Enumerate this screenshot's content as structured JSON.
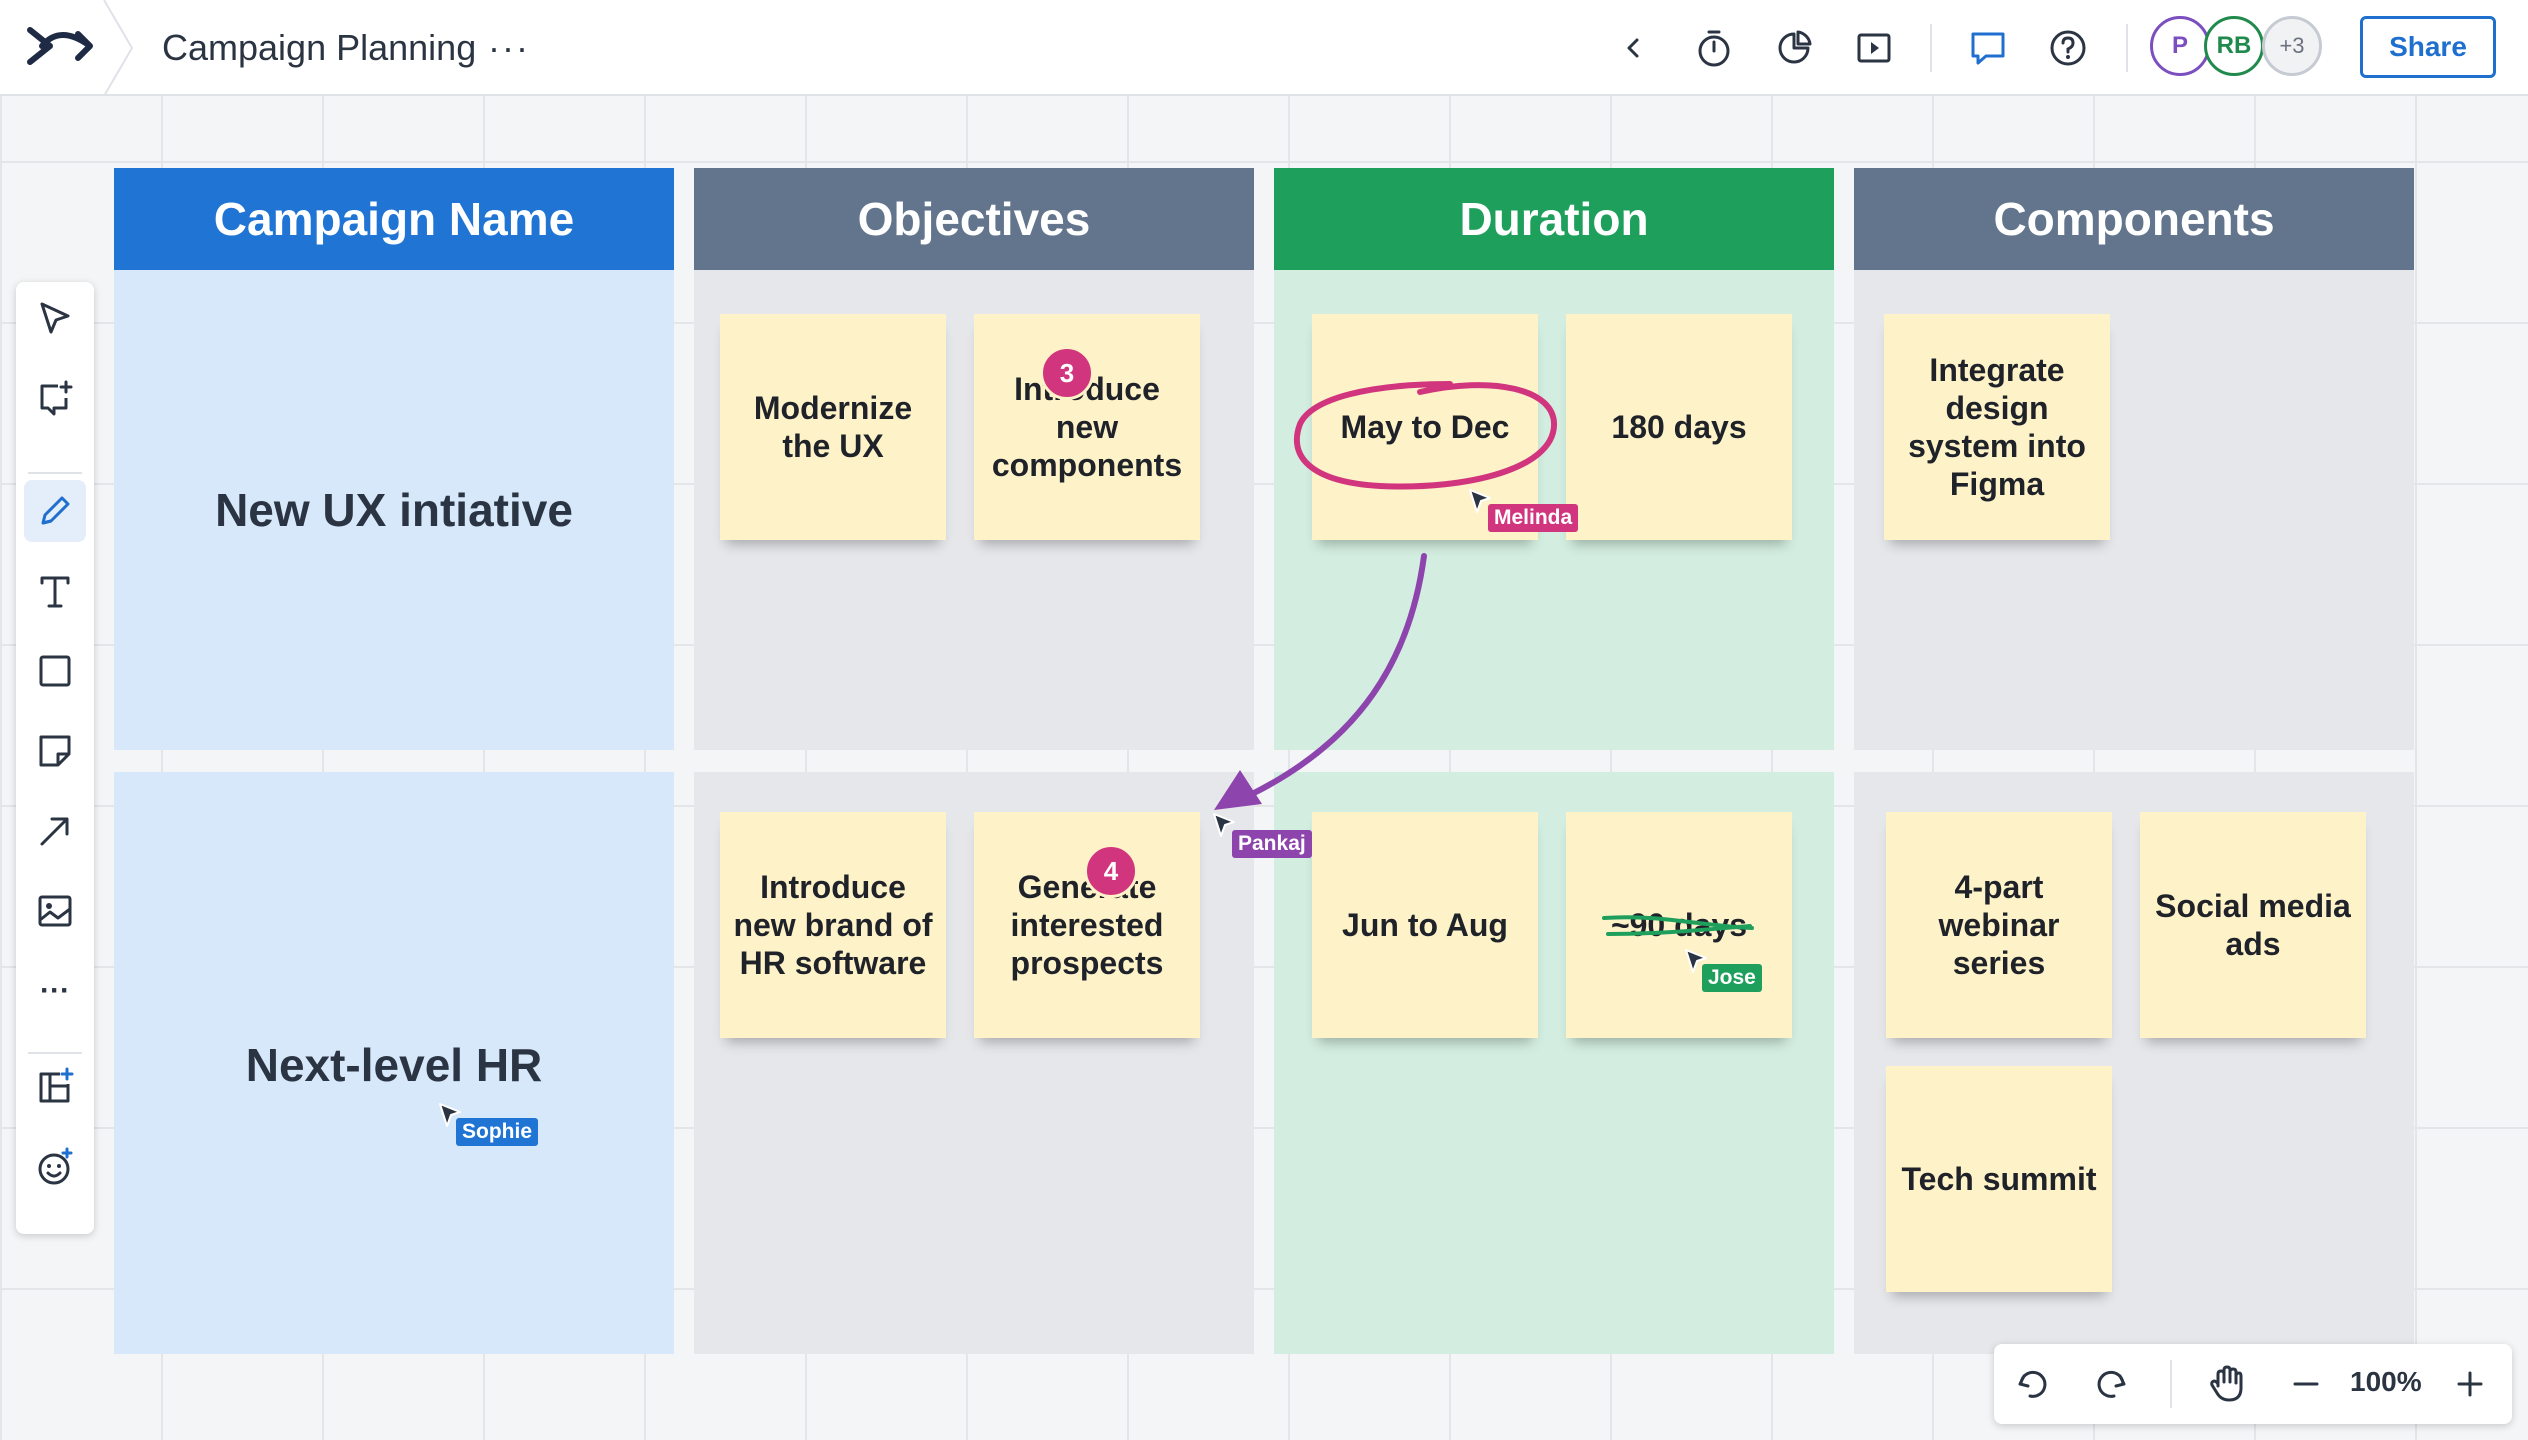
{
  "header": {
    "title": "Campaign Planning",
    "more": "···",
    "share_label": "Share",
    "avatars": [
      {
        "initials": "P",
        "color": "#7b4fbf"
      },
      {
        "initials": "RB",
        "color": "#1f8a4c"
      },
      {
        "initials": "+3",
        "color": "#6b7280"
      }
    ],
    "icons": [
      "collapse-icon",
      "timer-icon",
      "pie-chart-icon",
      "present-icon",
      "comment-icon",
      "help-icon"
    ]
  },
  "toolbar": {
    "tools": [
      "select-icon",
      "add-frame-icon",
      "pen-icon",
      "text-icon",
      "shape-icon",
      "sticky-note-icon",
      "arrow-icon",
      "image-icon",
      "more-icon",
      "templates-icon",
      "reactions-icon"
    ],
    "more_label": "···",
    "active_tool": "pen-icon"
  },
  "board": {
    "columns": [
      {
        "title": "Campaign Name",
        "color": "#1f74d4"
      },
      {
        "title": "Objectives",
        "color": "#63758d"
      },
      {
        "title": "Duration",
        "color": "#1e9f5c"
      },
      {
        "title": "Components",
        "color": "#63758d"
      }
    ],
    "rows": [
      {
        "name": "New UX intiative",
        "objectives": [
          "Modernize the UX",
          "Introduce new components"
        ],
        "duration": [
          "May to Dec",
          "180 days"
        ],
        "components": [
          "Integrate design system into Figma"
        ]
      },
      {
        "name": "Next-level HR",
        "objectives": [
          "Introduce new brand of HR software",
          "Generate interested prospects"
        ],
        "duration": [
          "Jun to Aug",
          "~90 days"
        ],
        "components": [
          "4-part webinar series",
          "Social media ads",
          "Tech summit"
        ]
      }
    ],
    "comment_badges": [
      "3",
      "4"
    ],
    "cursors": [
      {
        "name": "Melinda",
        "color": "#d1357e"
      },
      {
        "name": "Pankaj",
        "color": "#8e44ad"
      },
      {
        "name": "Jose",
        "color": "#1e9f5c"
      },
      {
        "name": "Sophie",
        "color": "#1f74d4"
      }
    ]
  },
  "zoom": {
    "level": "100%"
  }
}
